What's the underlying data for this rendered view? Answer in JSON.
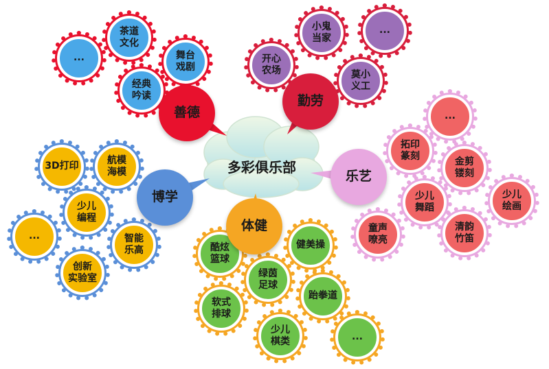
{
  "center": {
    "label": "多彩俱乐部"
  },
  "hubs": [
    {
      "id": "shande",
      "label": "善德",
      "color": "#e8112d"
    },
    {
      "id": "qinlao",
      "label": "勤劳",
      "color": "#d81e3c"
    },
    {
      "id": "leyi",
      "label": "乐艺",
      "color": "#e8a8e0"
    },
    {
      "id": "tijian",
      "label": "体健",
      "color": "#f5a623"
    },
    {
      "id": "boxue",
      "label": "博学",
      "color": "#5a8fd8"
    }
  ],
  "groups": {
    "shande": {
      "fill": "#4aa8e8",
      "ring": "#e8112d",
      "items": [
        "茶道\n文化",
        "舞台\n戏剧",
        "经典\n吟读",
        "..."
      ]
    },
    "qinlao": {
      "fill": "#9b6fb8",
      "ring": "#d81e3c",
      "items": [
        "小鬼\n当家",
        "...",
        "开心\n农场",
        "莫小\n义工"
      ]
    },
    "leyi": {
      "fill": "#f06464",
      "ring": "#e8a8e0",
      "items": [
        "...",
        "拓印\n篆刻",
        "金剪\n镂刻",
        "少儿\n绘画",
        "少儿\n舞蹈",
        "清韵\n竹笛",
        "童声\n嘹亮"
      ]
    },
    "tijian": {
      "fill": "#6cc24a",
      "ring": "#f5a623",
      "items": [
        "酷炫\n篮球",
        "健美操",
        "绿茵\n足球",
        "软式\n排球",
        "跆拳道",
        "少儿\n棋类",
        "..."
      ]
    },
    "boxue": {
      "fill": "#f5b800",
      "ring": "#5a8fd8",
      "items": [
        "3D打印",
        "航模\n海模",
        "少儿\n编程",
        "...",
        "智能\n乐高",
        "创新\n实验室"
      ]
    }
  }
}
